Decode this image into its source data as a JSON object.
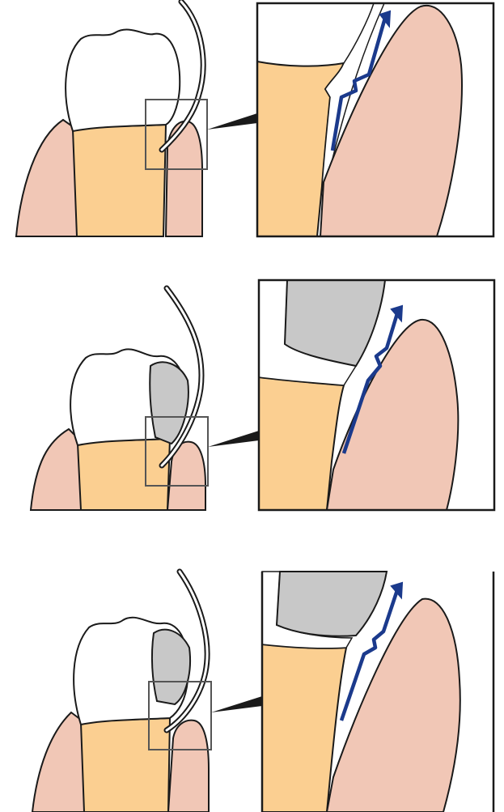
{
  "figure": {
    "description_visible_text": "",
    "panels": [
      {
        "id": "panel-1",
        "restoration": false,
        "explorer_path": "catches-on-tooth-surface"
      },
      {
        "id": "panel-2",
        "restoration": true,
        "explorer_path": "catches-on-overhang"
      },
      {
        "id": "panel-3",
        "restoration": true,
        "explorer_path": "catches-on-open-margin"
      }
    ]
  },
  "colors": {
    "gum": "#f1c7b6",
    "root": "#fbcf91",
    "crown": "#ffffff",
    "restoration": "#c8c8c8",
    "outline": "#1a1a1a",
    "frame": "#555555",
    "arrow": "#1b3a8c"
  }
}
